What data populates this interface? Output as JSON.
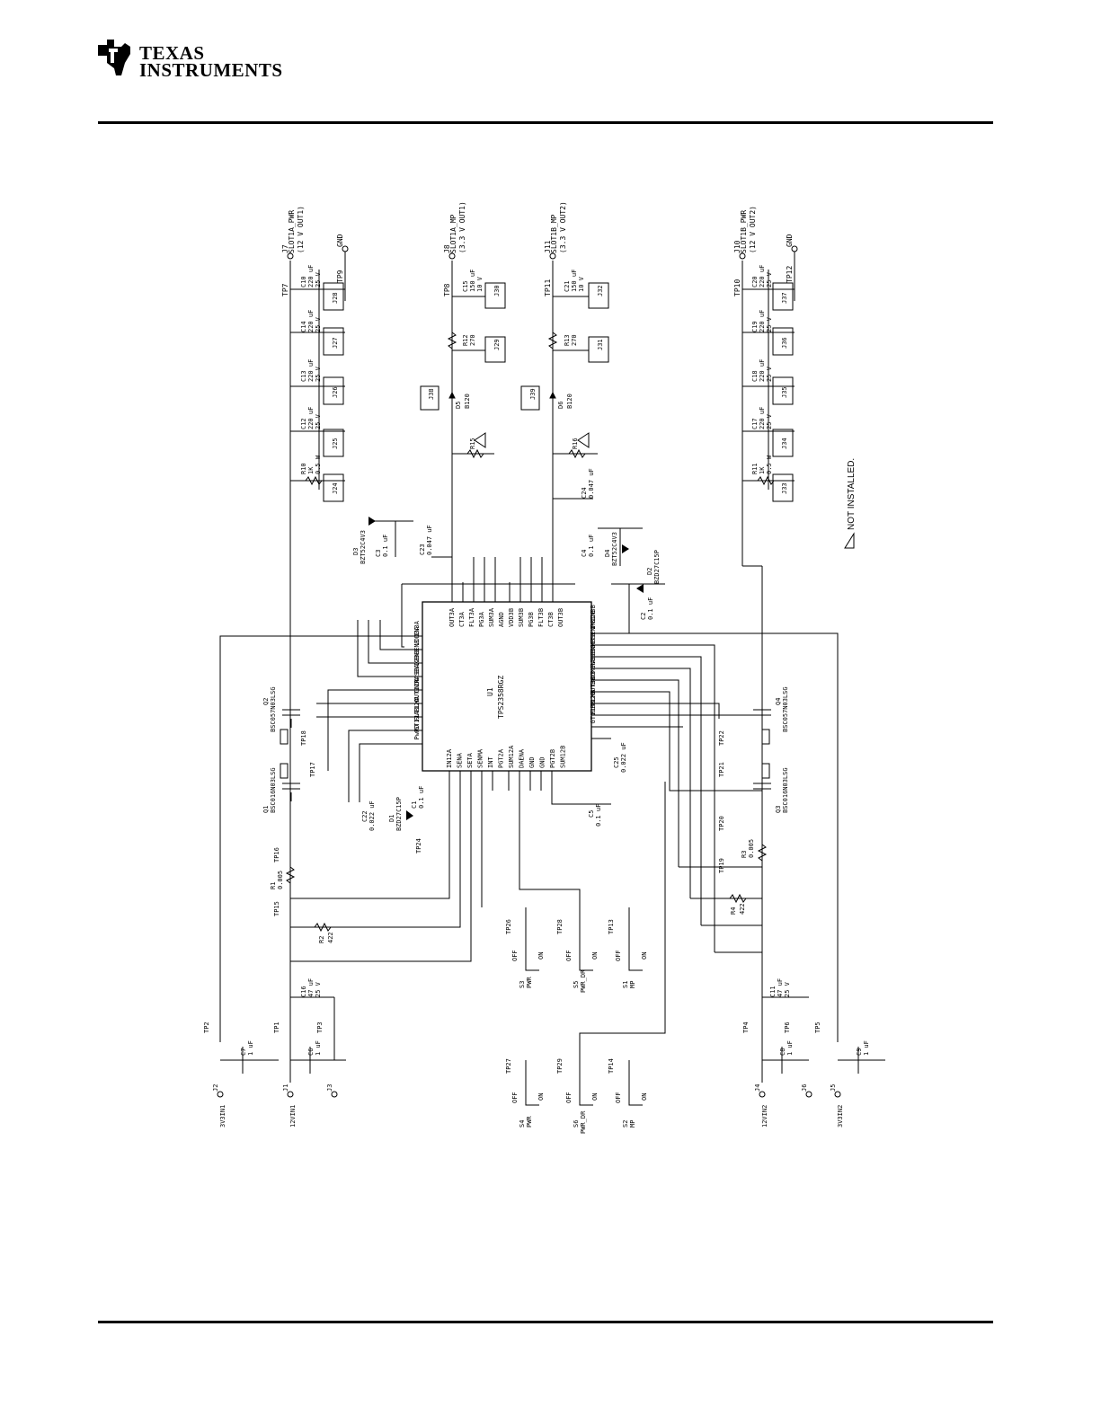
{
  "header": {
    "company_line1": "TEXAS",
    "company_line2": "INSTRUMENTS"
  },
  "schematic": {
    "ic": {
      "ref": "U1",
      "part": "TPS2358RGZ",
      "pins_left": [
        "IN3A",
        "VDD3A",
        "BEN3",
        "XEN3",
        "EN12B",
        "RASEA",
        "GNDA",
        "OUT12A",
        "BLKA",
        "FLT12A",
        "GT12A",
        "PwPD"
      ],
      "pins_bottom": [
        "IN12A",
        "SENA",
        "SETA",
        "SENMA",
        "INT",
        "PGT2A",
        "SUM12A",
        "DAENA",
        "GND",
        "GND",
        "PGT2B",
        "SUM12B"
      ],
      "pins_right": [
        "IN3B",
        "IN12B",
        "SENPB",
        "SETB",
        "SENMB",
        "RASEB",
        "OMENB",
        "GND3",
        "OUT3B",
        "BLKB",
        "FLT12B",
        "GT12B"
      ],
      "pins_top": [
        "OUT3A",
        "CT3A",
        "FLT3A",
        "PG3A",
        "SUM3A",
        "AGND",
        "VDD3B",
        "SUM3B",
        "PG3B",
        "FLT3B",
        "CT3B",
        "OUT3B"
      ]
    },
    "outputs": [
      {
        "ref": "J7",
        "tp": "TP7",
        "label": "SLOT1A_PWR",
        "sub": "(12 V OUT1)"
      },
      {
        "ref": "J8",
        "tp": "TP8",
        "label": "SLOT1A_MP",
        "sub": "(3.3 V OUT1)"
      },
      {
        "ref": "J11",
        "tp": "TP11",
        "label": "SLOT1B_MP",
        "sub": "(3.3 V OUT2)"
      },
      {
        "ref": "J10",
        "tp": "TP10",
        "label": "SLOT1B_PWR",
        "sub": "(12 V OUT2)"
      }
    ],
    "gnd_top": [
      {
        "ref": "J9",
        "tp": "TP9",
        "label": "GND"
      },
      {
        "ref": "J12",
        "tp": "TP12",
        "label": "GND"
      }
    ],
    "caps_top_a": [
      {
        "ref": "C10",
        "v1": "220 uF",
        "v2": "25 V",
        "jp": "J28"
      },
      {
        "ref": "C14",
        "v1": "220 uF",
        "v2": "25 V",
        "jp": "J27"
      },
      {
        "ref": "C13",
        "v1": "220 uF",
        "v2": "25 V",
        "jp": "J26"
      },
      {
        "ref": "C12",
        "v1": "220 uF",
        "v2": "25 V",
        "jp": "J25"
      }
    ],
    "caps_top_b": [
      {
        "ref": "C20",
        "v1": "220 uF",
        "v2": "25 V",
        "jp": "J37"
      },
      {
        "ref": "C19",
        "v1": "220 uF",
        "v2": "25 V",
        "jp": "J36"
      },
      {
        "ref": "C18",
        "v1": "220 uF",
        "v2": "25 V",
        "jp": "J35"
      },
      {
        "ref": "C17",
        "v1": "220 uF",
        "v2": "25 V",
        "jp": "J34"
      }
    ],
    "res_top": [
      {
        "ref": "R10",
        "v1": "1K",
        "v2": "0.5 W",
        "jp": "J24"
      },
      {
        "ref": "R11",
        "v1": "1K",
        "v2": "0.5 W",
        "jp": "J33"
      }
    ],
    "mp_a": {
      "c": "C15",
      "c1": "150 uF",
      "c2": "10 V",
      "r": "R12",
      "rv": "270",
      "j1": "J30",
      "j2": "J29",
      "d": "D5",
      "dv": "B120",
      "jd": "J38",
      "rn": "R15"
    },
    "mp_b": {
      "c": "C21",
      "c1": "150 uF",
      "c2": "10 V",
      "r": "R13",
      "rv": "270",
      "j1": "J32",
      "j2": "J31",
      "d": "D6",
      "dv": "B120",
      "jd": "J39",
      "rn": "R16"
    },
    "zeners": [
      {
        "ref": "D3",
        "part": "BZT52C4V3"
      },
      {
        "ref": "D4",
        "part": "BZT52C4V3"
      },
      {
        "ref": "D2",
        "part": "BZD27C15P"
      },
      {
        "ref": "D1",
        "part": "BZD27C15P"
      }
    ],
    "small_caps": [
      {
        "ref": "C3",
        "v": "0.1 uF"
      },
      {
        "ref": "C23",
        "v": "0.047 uF"
      },
      {
        "ref": "C24",
        "v": "0.047 uF"
      },
      {
        "ref": "C4",
        "v": "0.1 uF"
      },
      {
        "ref": "C2",
        "v": "0.1 uF"
      },
      {
        "ref": "C22",
        "v": "0.022 uF"
      },
      {
        "ref": "C1",
        "v": "0.1 uF"
      },
      {
        "ref": "C25",
        "v": "0.022 uF"
      },
      {
        "ref": "C5",
        "v": "0.1 uF"
      }
    ],
    "fets": [
      {
        "ref": "Q2",
        "part": "BSC057N03LSG"
      },
      {
        "ref": "Q1",
        "part": "BSC016N03LSG"
      },
      {
        "ref": "Q4",
        "part": "BSC057N03LSG"
      },
      {
        "ref": "Q3",
        "part": "BSC016N03LSG"
      }
    ],
    "sense": [
      {
        "ref": "R1",
        "v": "0.005"
      },
      {
        "ref": "R2",
        "v": "422"
      },
      {
        "ref": "R3",
        "v": "0.005"
      },
      {
        "ref": "R4",
        "v": "422"
      }
    ],
    "switches_top": [
      {
        "ref": "S3",
        "name": "PWR",
        "tp": "TP26"
      },
      {
        "ref": "S5",
        "name": "PWR_DR",
        "tp": "TP28"
      },
      {
        "ref": "S1",
        "name": "MP",
        "tp": "TP13"
      }
    ],
    "switches_bottom": [
      {
        "ref": "S4",
        "name": "PWR",
        "tp": "TP27"
      },
      {
        "ref": "S6",
        "name": "PWR_DR",
        "tp": "TP29"
      },
      {
        "ref": "S2",
        "name": "MP",
        "tp": "TP14"
      }
    ],
    "switch_off": "OFF",
    "switch_on": "ON",
    "inputs": [
      {
        "ref": "J2",
        "label": "3V3IN1"
      },
      {
        "ref": "J1",
        "label": "12VIN1"
      },
      {
        "ref": "J3",
        "label": ""
      },
      {
        "ref": "J4",
        "label": "12VIN2"
      },
      {
        "ref": "J6",
        "label": ""
      },
      {
        "ref": "J5",
        "label": "3V3IN2"
      }
    ],
    "input_caps": [
      {
        "ref": "C7",
        "v": "1 uF"
      },
      {
        "ref": "C6",
        "v": "1 uF"
      },
      {
        "ref": "C16",
        "v1": "47 uF",
        "v2": "25 V"
      },
      {
        "ref": "C8",
        "v": "1 uF"
      },
      {
        "ref": "C9",
        "v": "1 uF"
      },
      {
        "ref": "C11",
        "v1": "47 uF",
        "v2": "25 V"
      }
    ],
    "testpoints_mid": [
      "TP2",
      "TP1",
      "TP3",
      "TP15",
      "TP16",
      "TP17",
      "TP18",
      "TP24",
      "TP4",
      "TP6",
      "TP5",
      "TP19",
      "TP20",
      "TP21",
      "TP22"
    ],
    "note": "NOT INSTALLED."
  }
}
